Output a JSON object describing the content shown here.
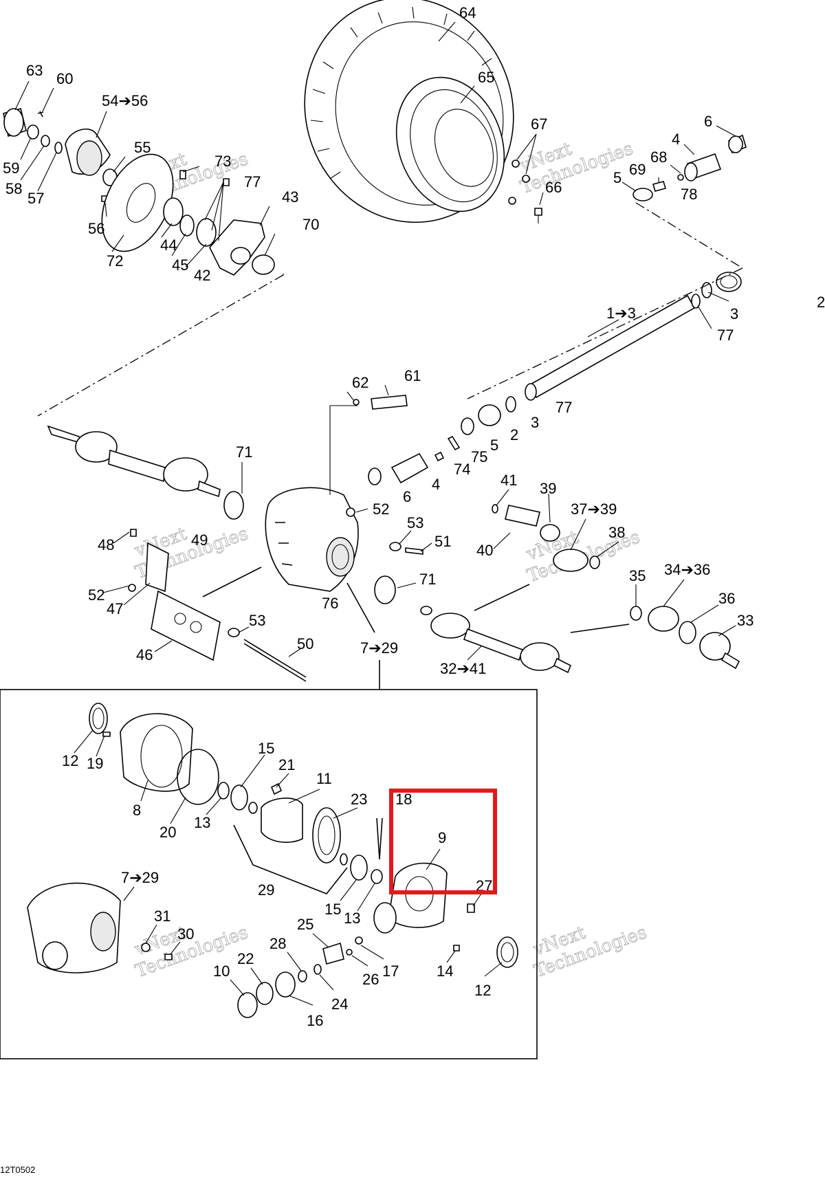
{
  "diagram": {
    "drawing_code": "12T0502",
    "watermark_line1": "vNext",
    "watermark_line2": "Technologies",
    "highlight_color": "#e01b1b",
    "callouts": {
      "c64": "64",
      "c65": "65",
      "c67": "67",
      "c66": "66",
      "c6a": "6",
      "c4a": "4",
      "c68": "68",
      "c69": "69",
      "c5a": "5",
      "c78": "78",
      "c2a": "2",
      "c3a": "3",
      "c13": "1➔3",
      "c77a": "77",
      "c63": "63",
      "c60": "60",
      "c5456": "54➔56",
      "c55": "55",
      "c59": "59",
      "c58": "58",
      "c57": "57",
      "c73": "73",
      "c77b": "77",
      "c43": "43",
      "c70": "70",
      "c56": "56",
      "c72": "72",
      "c44": "44",
      "c45": "45",
      "c42": "42",
      "c62": "62",
      "c61": "61",
      "c77c": "77",
      "c2b": "2",
      "c3b": "3",
      "c5b": "5",
      "c75": "75",
      "c74": "74",
      "c4b": "4",
      "c6b": "6",
      "c71a": "71",
      "c52a": "52",
      "c53a": "53",
      "c51": "51",
      "c48": "48",
      "c49": "49",
      "c52b": "52",
      "c47": "47",
      "c76": "76",
      "c71b": "71",
      "c729": "7➔29",
      "c46": "46",
      "c53b": "53",
      "c50": "50",
      "c41": "41",
      "c39": "39",
      "c3739": "37➔39",
      "c40": "40",
      "c38": "38",
      "c35": "35",
      "c3436": "34➔36",
      "c36": "36",
      "c33": "33",
      "c3241": "32➔41",
      "c12a": "12",
      "c19": "19",
      "c8": "8",
      "c20": "20",
      "c13b": "13",
      "c15a": "15",
      "c21": "21",
      "c11": "11",
      "c23": "23",
      "c18": "18",
      "c9": "9",
      "c29": "29",
      "c15b": "15",
      "c13c": "13",
      "c27": "27",
      "c729b": "7➔29",
      "c31": "31",
      "c30": "30",
      "c25": "25",
      "c28": "28",
      "c22": "22",
      "c10": "10",
      "c26": "26",
      "c17": "17",
      "c14": "14",
      "c12b": "12",
      "c24": "24",
      "c16": "16"
    }
  }
}
